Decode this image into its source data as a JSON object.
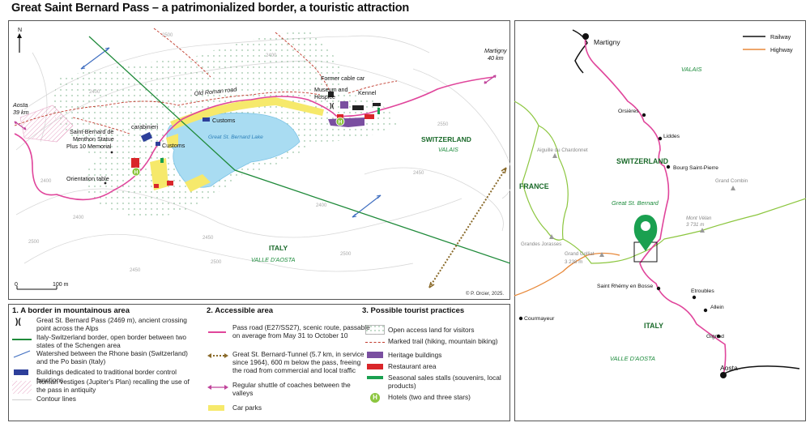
{
  "title": "Great Saint Bernard Pass – a patrimonialized border, a touristic attraction",
  "main_map": {
    "north": "N",
    "scale_zero": "0",
    "scale_label": "100 m",
    "credit": "© P. Orcier, 2025.",
    "contours": [
      "2500",
      "2400",
      "2400",
      "2450",
      "2400",
      "2450",
      "2500",
      "2500",
      "2550",
      "2400",
      "2450",
      "2400",
      "2500"
    ],
    "labels": {
      "aosta": "Aosta",
      "aosta_km": "39 km",
      "martigny": "Martigny",
      "martigny_km": "40 km",
      "old_road": "Old Roman road",
      "former_cable_car": "Former cable car",
      "museum": "Museum and",
      "hospice": "Hospice",
      "kennel": "Kennel",
      "customs_ch": "Customs",
      "customs_it": "Customs",
      "carabinieri": "carabinieri",
      "lake": "Great St. Bernard Lake",
      "statue_1": "Saint-Bernard de",
      "statue_2": "Menthon Statue",
      "statue_3": "Plus 10 Memorial",
      "orientation": "Orientation table",
      "switzerland": "SWITZERLAND",
      "valais": "VALAIS",
      "italy": "ITALY",
      "aosta_valley": "VALLE D'AOSTA"
    }
  },
  "inset_map": {
    "legend": [
      {
        "label": "Railway",
        "color": "#111111"
      },
      {
        "label": "Highway",
        "color": "#e8893a"
      }
    ],
    "towns": [
      "Martigny",
      "Orsières",
      "Liddes",
      "Bourg Saint-Pierre",
      "Saint Rhémy en Bosse",
      "Etroubles",
      "Allein",
      "Gignod",
      "Aosta",
      "Courmayeur"
    ],
    "peaks": [
      {
        "name": "Aiguille du Chardonnet",
        "alt": ""
      },
      {
        "name": "Grand Combin",
        "alt": ""
      },
      {
        "name": "Mont Vélan",
        "alt": "3 731 m"
      },
      {
        "name": "Grandes Jorasses",
        "alt": ""
      },
      {
        "name": "Grand Golliat",
        "alt": "3 238 m"
      }
    ],
    "regions": {
      "valais": "VALAIS",
      "switzerland": "SWITZERLAND",
      "france": "FRANCE",
      "great_st_bernard": "Great St. Bernard",
      "italy": "ITALY",
      "aosta_valley": "VALLE D'AOSTA"
    }
  },
  "legend": {
    "col1": {
      "title": "1. A border in mountainous area",
      "items": [
        "Great St. Bernard Pass (2469 m), ancient crossing point across the Alps",
        "Italy-Switzerland border, open border between two states of the Schengen area",
        "Watershed between the Rhone basin (Switzerland) and the Po basin (Italy)",
        "Buildings dedicated to traditional border control functions",
        "Roman vestiges (Jupiter's Plan) recalling the use of the pass in antiquity",
        "Contour lines"
      ]
    },
    "col2": {
      "title": "2. Accessible area",
      "items": [
        "Pass road (E27/SS27), scenic route, passable on average from May 31 to October 10",
        "Great St. Bernard-Tunnel (5.7 km, in service since 1964), 600 m below the pass, freeing the road from commercial and local traffic",
        "Regular shuttle of coaches between the valleys",
        "Car parks"
      ]
    },
    "col3": {
      "title": "3. Possible tourist practices",
      "items": [
        "Open access land for visitors",
        "Marked trail (hiking, mountain biking)",
        "Heritage buildings",
        "Restaurant area",
        "Seasonal sales stalls (souvenirs, local products)",
        "Hotels (two and three stars)"
      ]
    }
  },
  "colors": {
    "road": "#e0459b",
    "border": "#1f8a3a",
    "watershed": "#3f6ec0",
    "lake": "#a9dcf2",
    "parking": "#f6e96b",
    "heritage": "#7a4fa0",
    "restaurant": "#d9262a",
    "stalls": "#1aa050",
    "hotel": "#8cc63f",
    "tunnel": "#8a6a2a",
    "trail": "#c0392b",
    "control": "#2d3f9a",
    "highway": "#e8893a",
    "swiss_border": "#8cc63f"
  },
  "hotel_marker": "H"
}
